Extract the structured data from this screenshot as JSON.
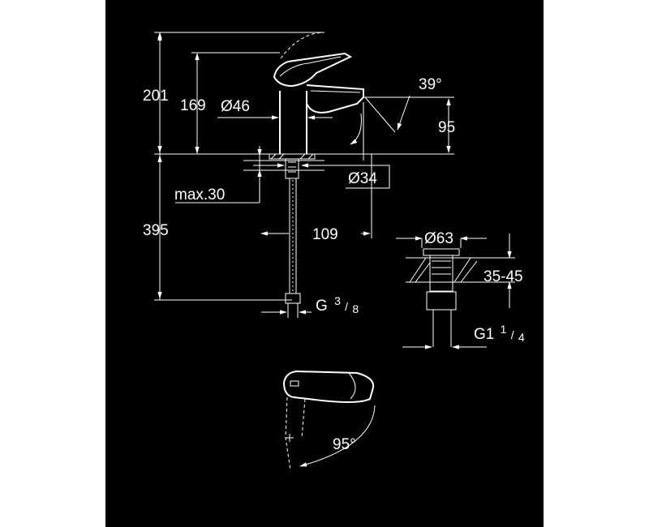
{
  "colors": {
    "background_page": "#ffffff",
    "background_drawing": "#000000",
    "line": "#ffffff"
  },
  "dimensions": {
    "total_height": "201",
    "spout_height": "169",
    "body_diameter": "Ø46",
    "lever_angle": "39°",
    "spout_height_above_deck": "95",
    "hole_diameter": "Ø34",
    "max_deck_thickness": "max.30",
    "hose_length": "395",
    "spout_reach": "109",
    "connection": "G",
    "connection_frac_num": "3",
    "connection_frac_den": "8",
    "waste_flange_diameter": "Ø63",
    "waste_deck_range": "35-45",
    "waste_thread": "G1",
    "waste_thread_frac_num": "1",
    "waste_thread_frac_den": "4",
    "lever_swivel_angle": "95°"
  }
}
